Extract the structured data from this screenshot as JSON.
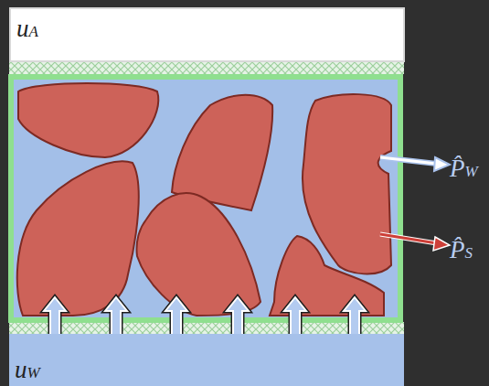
{
  "diagram": {
    "nodes": [
      {
        "text": [
          "uA"
        ]
      },
      {
        "text": [
          "uW"
        ]
      }
    ],
    "labels": [
      "P̂W",
      "P̂S"
    ]
  }
}
